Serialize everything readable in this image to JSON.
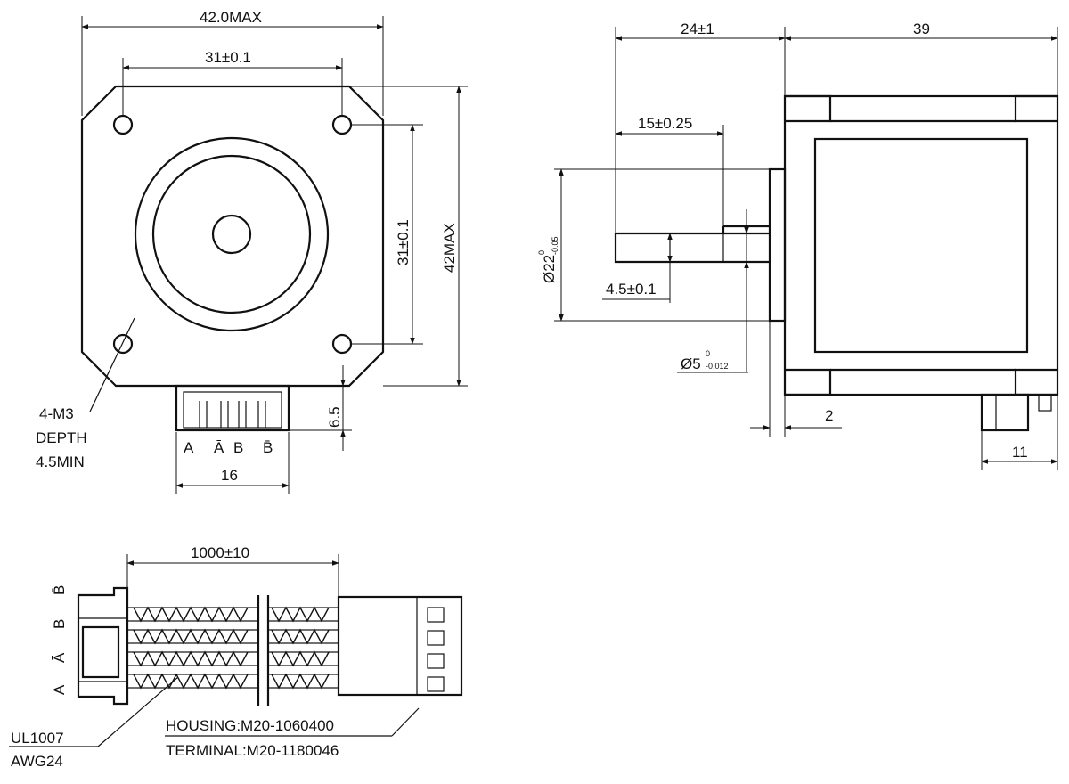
{
  "front_view": {
    "width_label": "42.0MAX",
    "hole_spacing_label": "31±0.1",
    "hole_spacing_vertical_label": "31±0.1",
    "height_label": "42MAX",
    "connector_offset_label": "6.5",
    "connector_width_label": "16",
    "hole_note_line1": "4-M3",
    "hole_note_line2": "DEPTH",
    "hole_note_line3": "4.5MIN",
    "pin_labels": [
      "A",
      "Ā",
      "B",
      "B̄"
    ]
  },
  "side_view": {
    "shaft_length_label": "24±1",
    "body_length_label": "39",
    "flat_length_label": "15±0.25",
    "boss_diameter_main": "Ø22",
    "boss_diameter_tol": "-0.05",
    "boss_diameter_tol_zero": "0",
    "flat_depth_label": "4.5±0.1",
    "shaft_diameter_main": "Ø5",
    "shaft_diameter_tol": "-0.012",
    "shaft_diameter_tol_zero": "0",
    "boss_height_label": "2",
    "connector_depth_label": "11"
  },
  "cable_view": {
    "length_label": "1000±10",
    "wire_labels": [
      "B̄",
      "B",
      "Ā",
      "A"
    ],
    "wire_note_line1": "UL1007",
    "wire_note_line2": "AWG24",
    "housing_label": "HOUSING:M20-1060400",
    "terminal_label": "TERMINAL:M20-1180046"
  }
}
